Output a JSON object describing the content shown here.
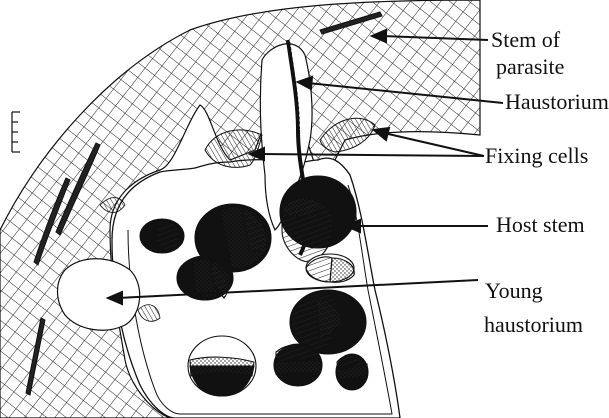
{
  "labels": {
    "stem_of": "Stem of",
    "parasite": "parasite",
    "haustorium": "Haustorium",
    "fixing_cells": "Fixing cells",
    "host_stem": "Host stem",
    "young": "Young",
    "young_haustorium": "haustorium"
  },
  "colors": {
    "ink": "#111111",
    "background": "#ffffff"
  }
}
